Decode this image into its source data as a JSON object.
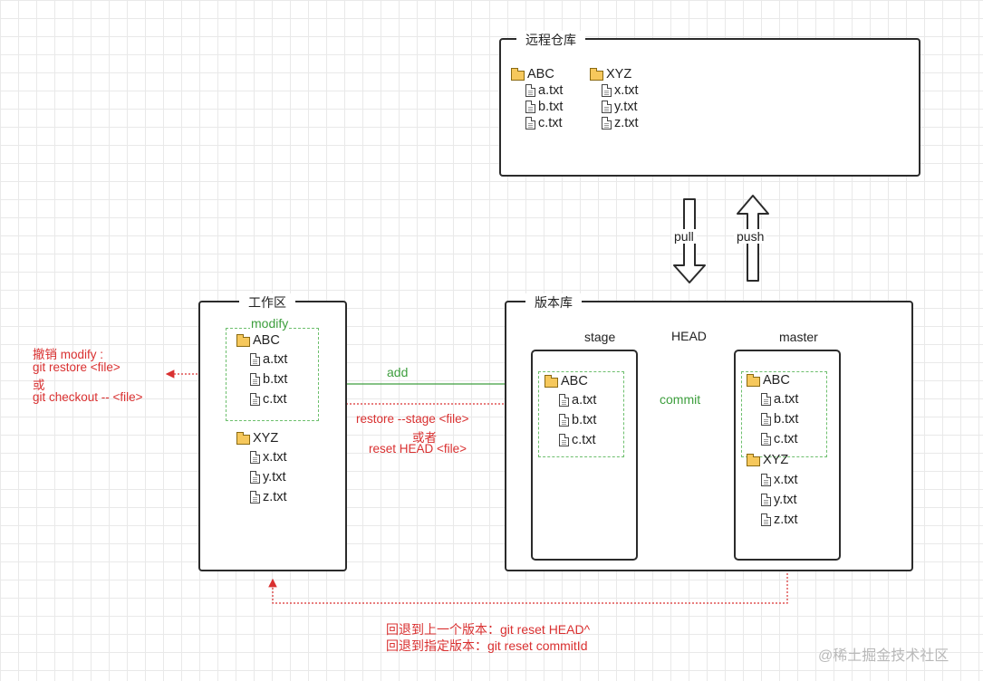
{
  "remote": {
    "title": "远程仓库",
    "folders": [
      {
        "name": "ABC",
        "files": [
          "a.txt",
          "b.txt",
          "c.txt"
        ]
      },
      {
        "name": "XYZ",
        "files": [
          "x.txt",
          "y.txt",
          "z.txt"
        ]
      }
    ]
  },
  "workspace": {
    "title": "工作区",
    "modify_label": "modify",
    "folders": [
      {
        "name": "ABC",
        "files": [
          "a.txt",
          "b.txt",
          "c.txt"
        ]
      },
      {
        "name": "XYZ",
        "files": [
          "x.txt",
          "y.txt",
          "z.txt"
        ]
      }
    ]
  },
  "repository": {
    "title": "版本库",
    "stage": {
      "label": "stage",
      "folder": "ABC",
      "files": [
        "a.txt",
        "b.txt",
        "c.txt"
      ]
    },
    "head_label": "HEAD",
    "master": {
      "label": "master",
      "folders": [
        {
          "name": "ABC",
          "files": [
            "a.txt",
            "b.txt",
            "c.txt"
          ]
        },
        {
          "name": "XYZ",
          "files": [
            "x.txt",
            "y.txt",
            "z.txt"
          ]
        }
      ]
    }
  },
  "sync": {
    "pull": "pull",
    "push": "push"
  },
  "edges": {
    "add": "add",
    "commit": "commit",
    "restore_line1": "restore  --stage <file>",
    "restore_line2": "或者",
    "restore_line3": "reset HEAD <file>",
    "undo_line1": "撤销 modify  :",
    "undo_line2": "git restore <file>",
    "undo_line3": "或",
    "undo_line4": "git checkout -- <file>",
    "reset_line1": "回退到上一个版本：git reset HEAD^",
    "reset_line2": "回退到指定版本：git reset commitId"
  },
  "watermark": "@稀土掘金技术社区",
  "colors": {
    "green": "#3d9e3d",
    "red": "#d93030",
    "border": "#2b2b2b",
    "folder": "#f6c85c"
  }
}
